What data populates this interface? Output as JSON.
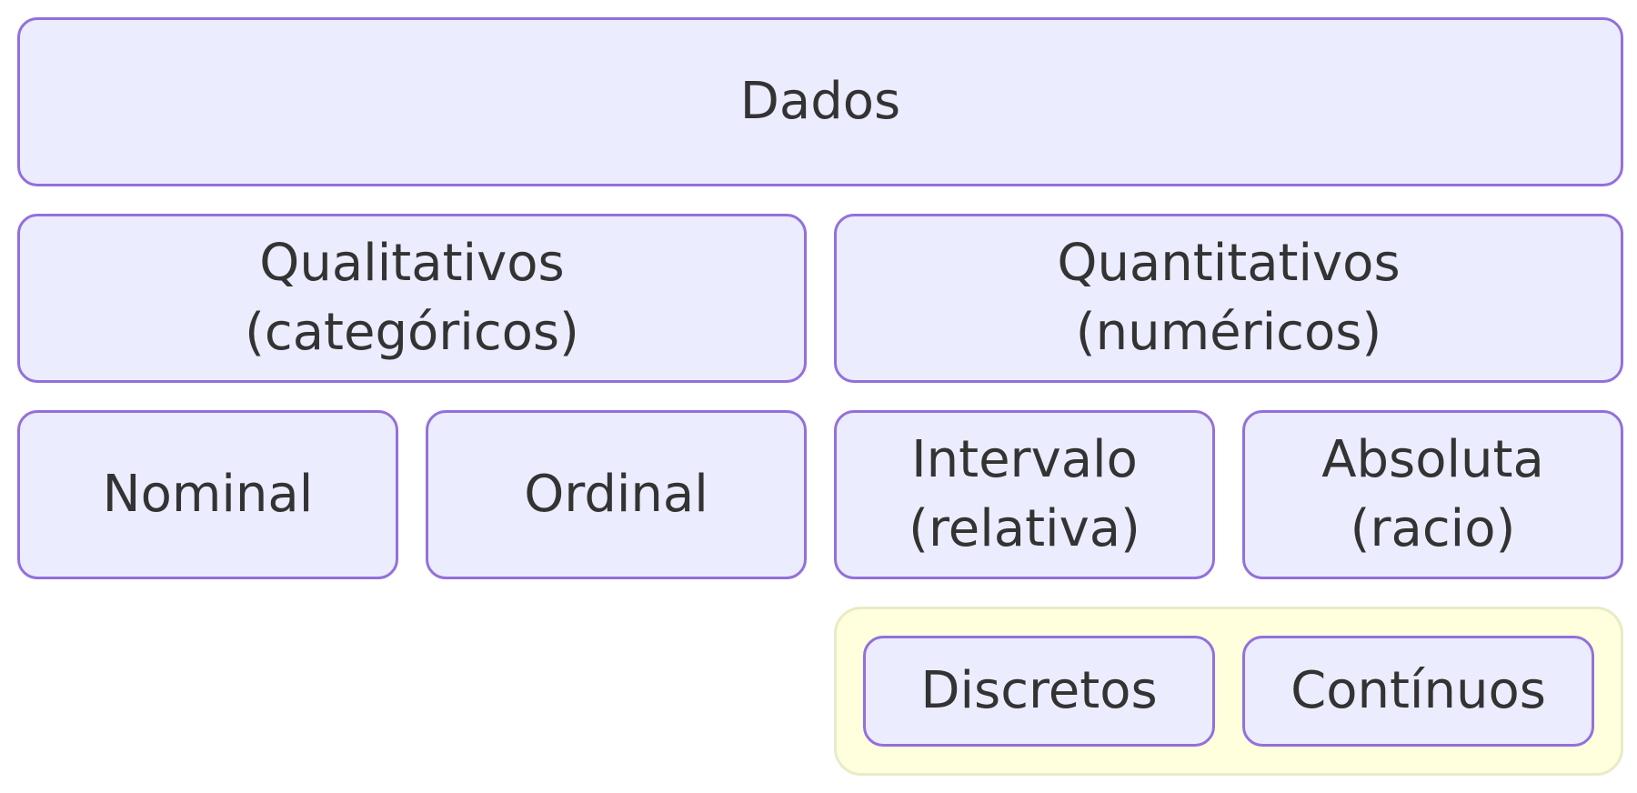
{
  "diagram": {
    "root": {
      "label": "Dados"
    },
    "categories": [
      {
        "label": "Qualitativos\n(categóricos)"
      },
      {
        "label": "Quantitativos\n(numéricos)"
      }
    ],
    "scales": [
      {
        "label": "Nominal"
      },
      {
        "label": "Ordinal"
      },
      {
        "label": "Intervalo\n(relativa)"
      },
      {
        "label": "Absoluta\n(racio)"
      }
    ],
    "quantitative_types": [
      {
        "label": "Discretos"
      },
      {
        "label": "Contínuos"
      }
    ]
  },
  "colors": {
    "node_fill": "#ececff",
    "node_border": "#9370db",
    "group_fill": "#ffffde",
    "group_border": "#e8ecc7",
    "text": "#333333"
  }
}
